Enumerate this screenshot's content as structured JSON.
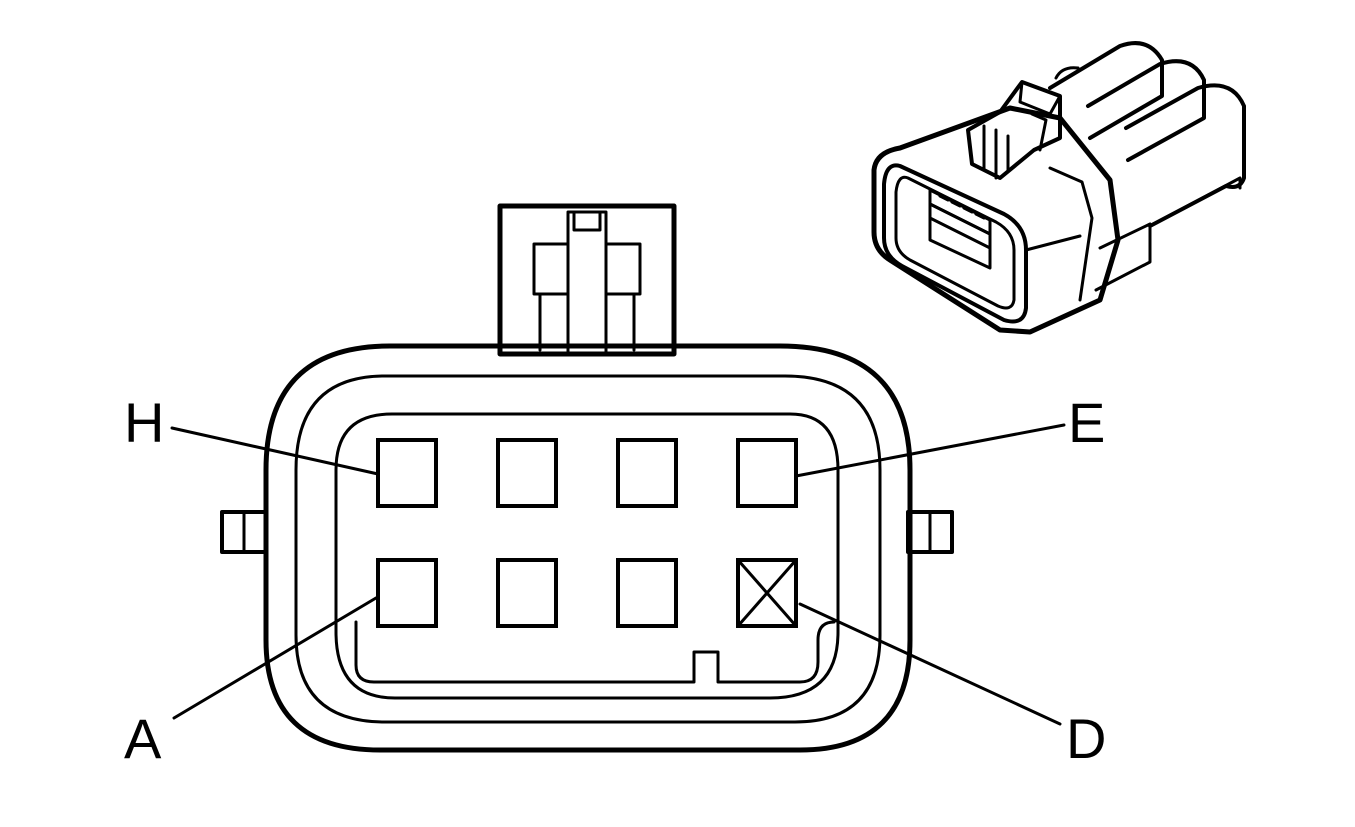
{
  "connector": {
    "pin_labels": {
      "top_left": "H",
      "top_right": "E",
      "bottom_left": "A",
      "bottom_right": "D"
    },
    "cavities": [
      {
        "row": "top",
        "col": 1,
        "plugged": false
      },
      {
        "row": "top",
        "col": 2,
        "plugged": false
      },
      {
        "row": "top",
        "col": 3,
        "plugged": false
      },
      {
        "row": "top",
        "col": 4,
        "plugged": false
      },
      {
        "row": "bottom",
        "col": 1,
        "plugged": false
      },
      {
        "row": "bottom",
        "col": 2,
        "plugged": false
      },
      {
        "row": "bottom",
        "col": 3,
        "plugged": false
      },
      {
        "row": "bottom",
        "col": 4,
        "plugged": true
      }
    ]
  },
  "colors": {
    "line": "#000000",
    "background": "#ffffff"
  }
}
